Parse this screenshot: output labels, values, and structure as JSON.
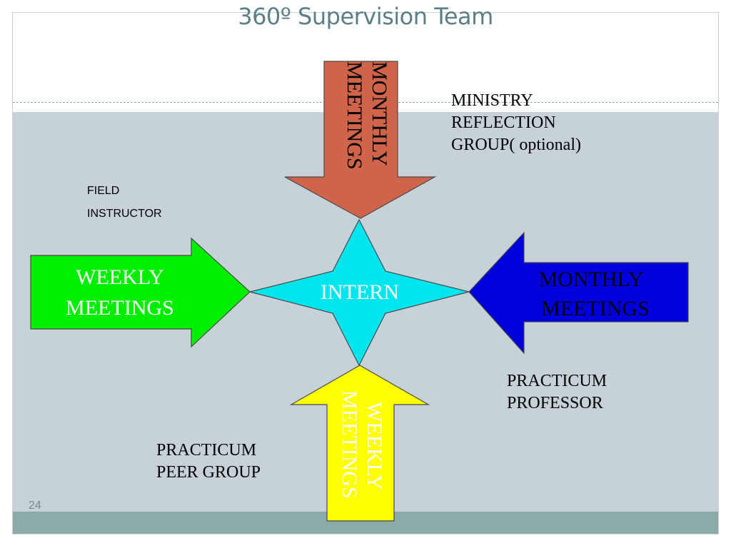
{
  "slide": {
    "title": "360º Supervision Team",
    "page_number": "24"
  },
  "center": {
    "label": "INTERN",
    "color": "#00e5ee"
  },
  "arrows": {
    "top": {
      "line1": "MONTHLY",
      "line2": "MEETINGS",
      "fill": "#d0644a",
      "text_color": "#000000"
    },
    "left": {
      "line1": "WEEKLY",
      "line2": "MEETINGS",
      "fill": "#00ee00",
      "text_color": "#ffffff"
    },
    "right": {
      "line1": "MONTHLY",
      "line2": "MEETINGS",
      "fill": "#0000dd",
      "text_color": "#000000"
    },
    "bottom": {
      "line1": "WEEKLY",
      "line2": "MEETINGS",
      "fill": "#ffff00",
      "text_color": "#ffffff"
    }
  },
  "roles": {
    "ministry": {
      "line1": "MINISTRY",
      "line2": "REFLECTION",
      "line3": "GROUP( optional)"
    },
    "field": {
      "line1": "FIELD",
      "line2": "INSTRUCTOR"
    },
    "professor": {
      "line1": "PRACTICUM",
      "line2": "PROFESSOR"
    },
    "peer": {
      "line1": "PRACTICUM",
      "line2": "PEER GROUP"
    }
  }
}
